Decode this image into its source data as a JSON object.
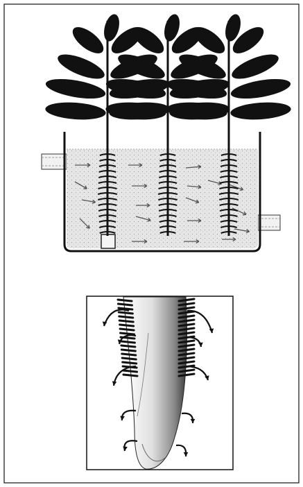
{
  "figure": {
    "top_panel": {
      "plants": [
        "left-plant",
        "middle-plant",
        "right-plant"
      ],
      "elements": [
        "nutrient-tank",
        "nutrient-solution",
        "inflow-pipe",
        "outflow-pipe",
        "air-stone",
        "flow-arrows"
      ]
    },
    "bottom_panel": {
      "elements": [
        "root-tip",
        "root-hairs",
        "uptake-arrows"
      ]
    }
  },
  "colors": {
    "ink": "#111111",
    "solution": "#dcdcdc",
    "paper": "#ffffff",
    "root_shade": "#b9b9b9"
  }
}
